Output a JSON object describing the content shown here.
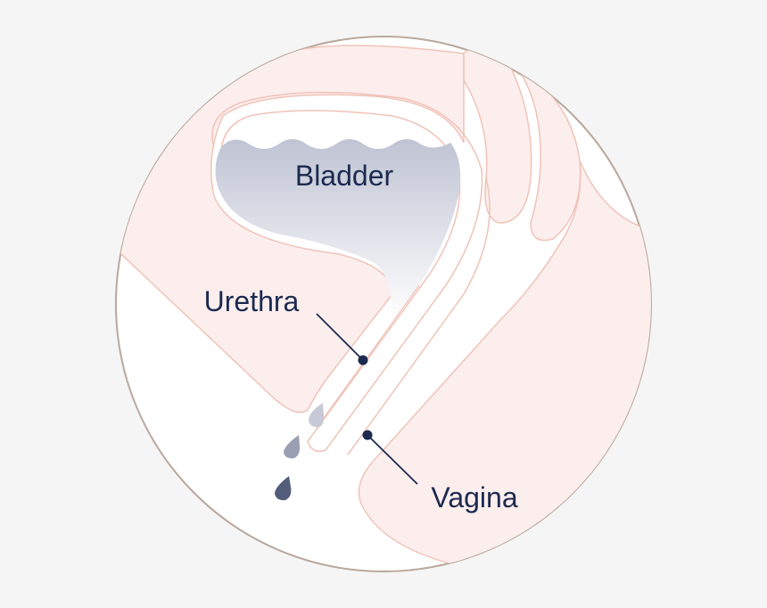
{
  "diagram": {
    "labels": {
      "bladder": "Bladder",
      "urethra": "Urethra",
      "vagina": "Vagina"
    },
    "colors": {
      "background": "#f5f5f5",
      "circle_fill": "#ffffff",
      "circle_stroke": "#b9a89d",
      "tissue_fill": "#fdeeee",
      "tissue_stroke": "#efc3b8",
      "bladder_top": "#bfc3d3",
      "bladder_bottom": "#ffffff",
      "label_text": "#1c2a4f",
      "leader_line": "#1c2a4f",
      "drop_light": "#c7cad6",
      "drop_mid": "#9a9fb3",
      "drop_dark": "#525c7b"
    },
    "icons": [
      "water-drop-icon",
      "water-drop-icon",
      "water-drop-icon"
    ]
  }
}
